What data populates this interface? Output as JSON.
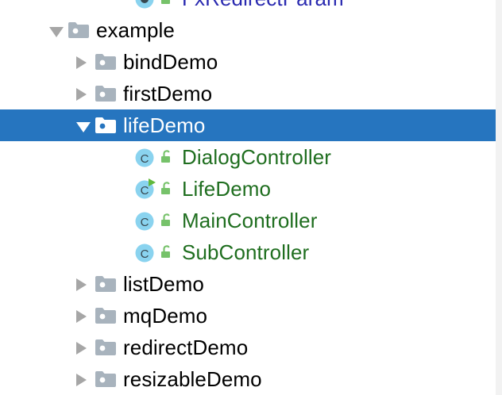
{
  "panel": {
    "name": "project-tree",
    "background_color": "#ffffff",
    "selection_color": "#2675bf",
    "selection_text_color": "#ffffff",
    "scrollbar_track_color": "#f2f2f2"
  },
  "colors": {
    "package_text": "#000000",
    "class_text": "#1f6e1f",
    "field_text": "#2a2ab0",
    "toggle_arrow": "#a6a6a6",
    "package_icon": "#a8b3bd",
    "class_icon_circle": "#8ad3ef",
    "class_icon_letter": "#37474f",
    "lock_icon": "#76c26a",
    "run_badge": "#60b83c"
  },
  "tree": {
    "rows": [
      {
        "label": "FxRedirectParam",
        "kind": "field",
        "icon": "field-icon",
        "badge": "none",
        "lock": true,
        "toggle": "none",
        "depth": 3,
        "selected": false,
        "clipped": true
      },
      {
        "label": "example",
        "kind": "package",
        "icon": "package-icon",
        "badge": "none",
        "lock": false,
        "toggle": "expanded",
        "depth": 1,
        "selected": false,
        "clipped": false
      },
      {
        "label": "bindDemo",
        "kind": "package",
        "icon": "package-icon",
        "badge": "none",
        "lock": false,
        "toggle": "collapsed",
        "depth": 2,
        "selected": false,
        "clipped": false
      },
      {
        "label": "firstDemo",
        "kind": "package",
        "icon": "package-icon",
        "badge": "none",
        "lock": false,
        "toggle": "collapsed",
        "depth": 2,
        "selected": false,
        "clipped": false
      },
      {
        "label": "lifeDemo",
        "kind": "package",
        "icon": "package-icon",
        "badge": "none",
        "lock": false,
        "toggle": "expanded",
        "depth": 2,
        "selected": true,
        "clipped": false
      },
      {
        "label": "DialogController",
        "kind": "class",
        "icon": "class-icon",
        "badge": "none",
        "lock": true,
        "toggle": "none",
        "depth": 3,
        "selected": false,
        "clipped": false
      },
      {
        "label": "LifeDemo",
        "kind": "class",
        "icon": "class-icon",
        "badge": "run",
        "lock": true,
        "toggle": "none",
        "depth": 3,
        "selected": false,
        "clipped": false
      },
      {
        "label": "MainController",
        "kind": "class",
        "icon": "class-icon",
        "badge": "none",
        "lock": true,
        "toggle": "none",
        "depth": 3,
        "selected": false,
        "clipped": false
      },
      {
        "label": "SubController",
        "kind": "class",
        "icon": "class-icon",
        "badge": "none",
        "lock": true,
        "toggle": "none",
        "depth": 3,
        "selected": false,
        "clipped": false
      },
      {
        "label": "listDemo",
        "kind": "package",
        "icon": "package-icon",
        "badge": "none",
        "lock": false,
        "toggle": "collapsed",
        "depth": 2,
        "selected": false,
        "clipped": false
      },
      {
        "label": "mqDemo",
        "kind": "package",
        "icon": "package-icon",
        "badge": "none",
        "lock": false,
        "toggle": "collapsed",
        "depth": 2,
        "selected": false,
        "clipped": false
      },
      {
        "label": "redirectDemo",
        "kind": "package",
        "icon": "package-icon",
        "badge": "none",
        "lock": false,
        "toggle": "collapsed",
        "depth": 2,
        "selected": false,
        "clipped": false
      },
      {
        "label": "resizableDemo",
        "kind": "package",
        "icon": "package-icon",
        "badge": "none",
        "lock": false,
        "toggle": "collapsed",
        "depth": 2,
        "selected": false,
        "clipped": false
      }
    ]
  }
}
